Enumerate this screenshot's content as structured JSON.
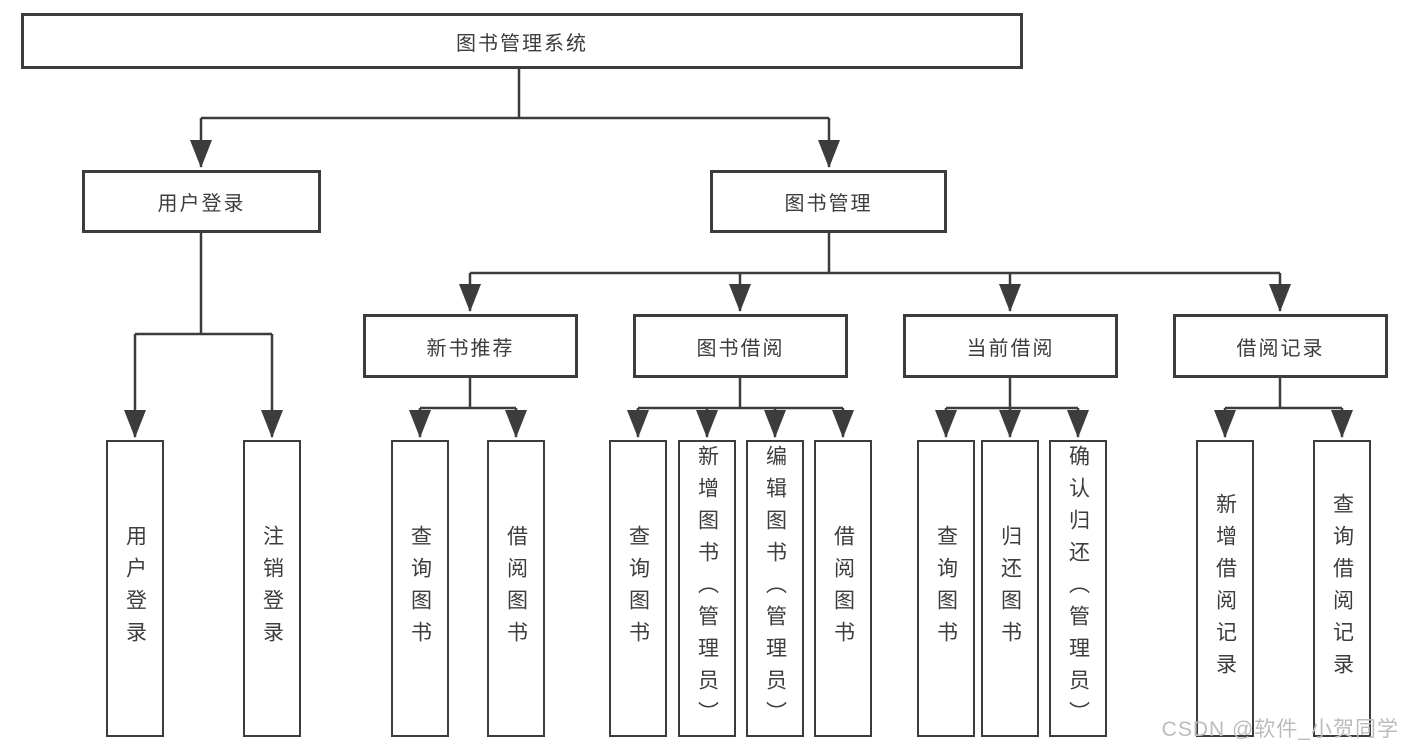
{
  "tree": {
    "label": "图书管理系统",
    "children": [
      {
        "label": "用户登录",
        "children": [
          {
            "label": "用户登录"
          },
          {
            "label": "注销登录"
          }
        ]
      },
      {
        "label": "图书管理",
        "children": [
          {
            "label": "新书推荐",
            "children": [
              {
                "label": "查询图书"
              },
              {
                "label": "借阅图书"
              }
            ]
          },
          {
            "label": "图书借阅",
            "children": [
              {
                "label": "查询图书"
              },
              {
                "label": "新增图书（管理员）"
              },
              {
                "label": "编辑图书（管理员）"
              },
              {
                "label": "借阅图书"
              }
            ]
          },
          {
            "label": "当前借阅",
            "children": [
              {
                "label": "查询图书"
              },
              {
                "label": "归还图书"
              },
              {
                "label": "确认归还（管理员）"
              }
            ]
          },
          {
            "label": "借阅记录",
            "children": [
              {
                "label": "新增借阅记录"
              },
              {
                "label": "查询借阅记录"
              }
            ]
          }
        ]
      }
    ]
  },
  "watermark": {
    "text": "CSDN @软件_小贺同学"
  },
  "colors": {
    "line": "#3c3c3c",
    "box_border": "#3c3c3c",
    "text": "#3d3d3d",
    "watermark": "#bcbcbc",
    "background": "#ffffff"
  }
}
